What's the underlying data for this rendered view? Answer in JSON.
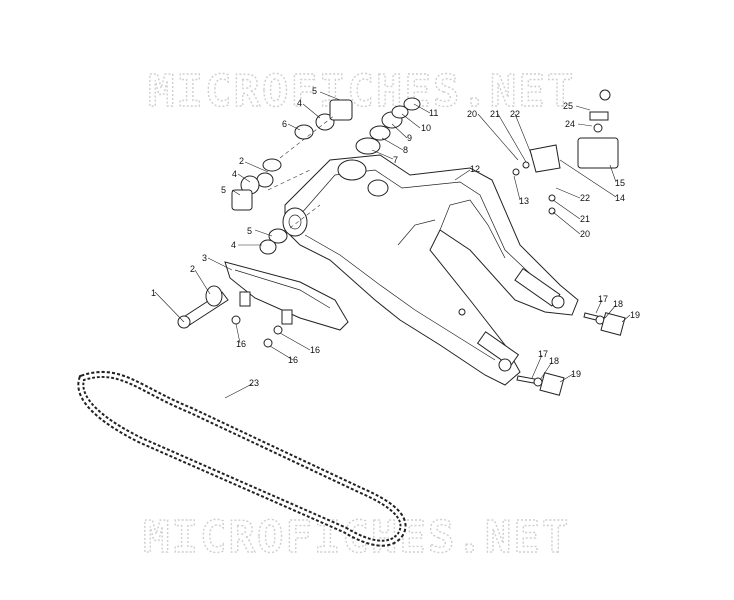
{
  "watermark": {
    "top": "MICROFICHES.NET",
    "bottom": "MICROFICHES.NET"
  },
  "callouts": [
    "1",
    "2",
    "2",
    "3",
    "4",
    "4",
    "4",
    "5",
    "5",
    "5",
    "6",
    "7",
    "8",
    "9",
    "10",
    "11",
    "12",
    "13",
    "14",
    "15",
    "16",
    "16",
    "16",
    "17",
    "17",
    "18",
    "18",
    "19",
    "19",
    "20",
    "20",
    "21",
    "21",
    "22",
    "22",
    "23",
    "24",
    "25"
  ]
}
